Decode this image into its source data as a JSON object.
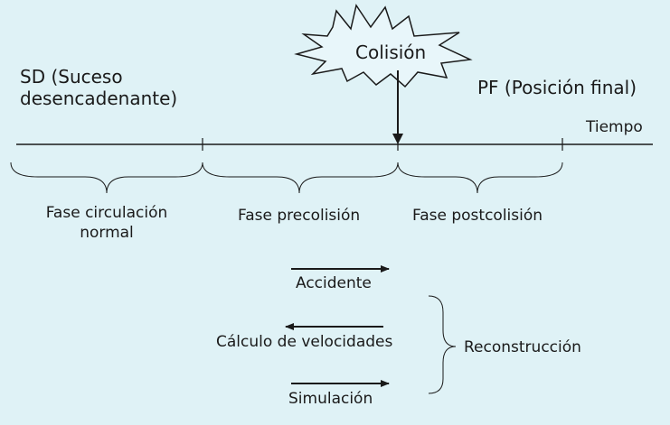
{
  "colors": {
    "background": "#dff2f6",
    "ink": "#1a1a1a"
  },
  "events": {
    "sd_line1": "SD (Suceso",
    "sd_line2": "desencadenante)",
    "collision": "Colisión",
    "pf": "PF (Posición final)"
  },
  "timeline": {
    "axis_label": "Tiempo"
  },
  "phases": {
    "normal_line1": "Fase circulación",
    "normal_line2": "normal",
    "precollision": "Fase precolisión",
    "postcollision": "Fase postcolisión"
  },
  "directions": {
    "accident": "Accidente",
    "speed_calc": "Cálculo de velocidades",
    "simulation": "Simulación",
    "reconstruction": "Reconstrucción"
  }
}
